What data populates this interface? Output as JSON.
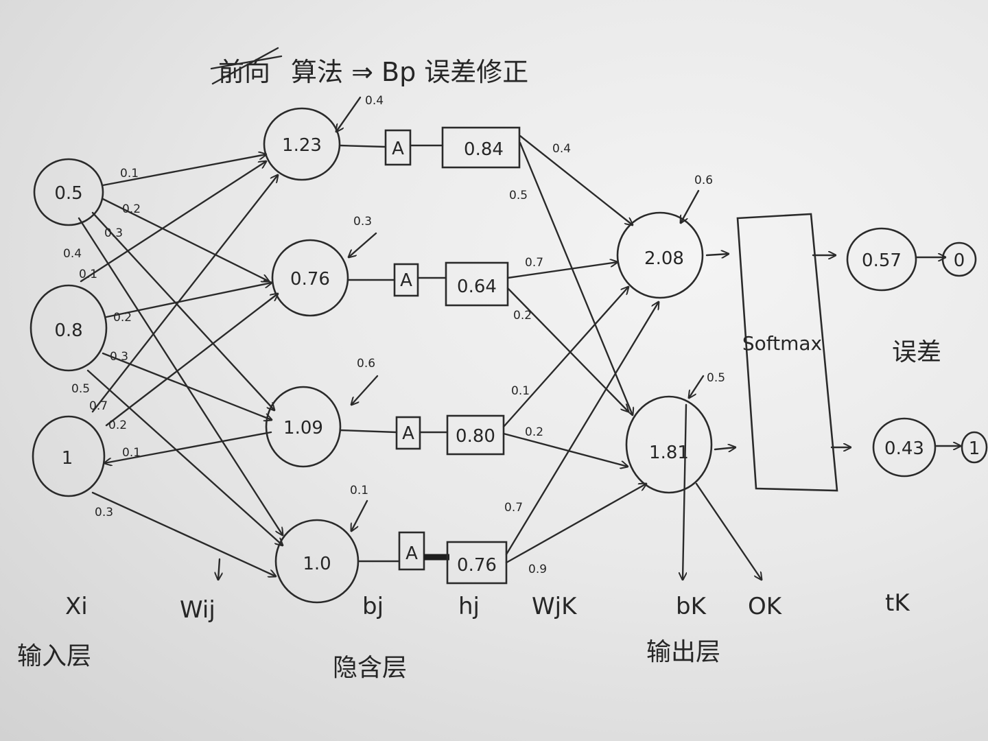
{
  "title": {
    "struck_text": "前向",
    "text": "算法 ⇒ Bp 误差修正"
  },
  "inputs": [
    {
      "value": "0.5"
    },
    {
      "value": "0.8"
    },
    {
      "value": "1"
    }
  ],
  "hidden": [
    {
      "value": "1.23",
      "bias": "0.4",
      "activation": "A",
      "output": "0.84"
    },
    {
      "value": "0.76",
      "bias": "0.3",
      "activation": "A",
      "output": "0.64"
    },
    {
      "value": "1.09",
      "bias": "0.6",
      "activation": "A",
      "output": "0.80"
    },
    {
      "value": "1.0",
      "bias": "0.1",
      "activation": "A",
      "output": "0.76"
    }
  ],
  "input_weights": [
    "0.1",
    "0.2",
    "0.3",
    "0.4",
    "0.1",
    "0.2",
    "0.3",
    "0.5",
    "0.7",
    "0.2",
    "0.1",
    "0.3"
  ],
  "output_weights": [
    "0.4",
    "0.5",
    "0.7",
    "0.2",
    "0.1",
    "0.2",
    "0.7",
    "0.9"
  ],
  "outputs": [
    {
      "value": "2.08",
      "bias": "0.6"
    },
    {
      "value": "1.81",
      "bias": "0.5"
    }
  ],
  "softmax": {
    "label": "Softmax"
  },
  "probs": [
    {
      "value": "0.57",
      "target": "0"
    },
    {
      "value": "0.43",
      "target": "1"
    }
  ],
  "error_label": "误差",
  "symbols": {
    "xi": "Xi",
    "wij": "Wij",
    "bj": "bj",
    "hj": "hj",
    "wjk": "WjK",
    "bk": "bK",
    "ok": "OK",
    "tk": "tK"
  },
  "layers": {
    "input": "输入层",
    "hidden": "隐含层",
    "output": "输出层"
  }
}
